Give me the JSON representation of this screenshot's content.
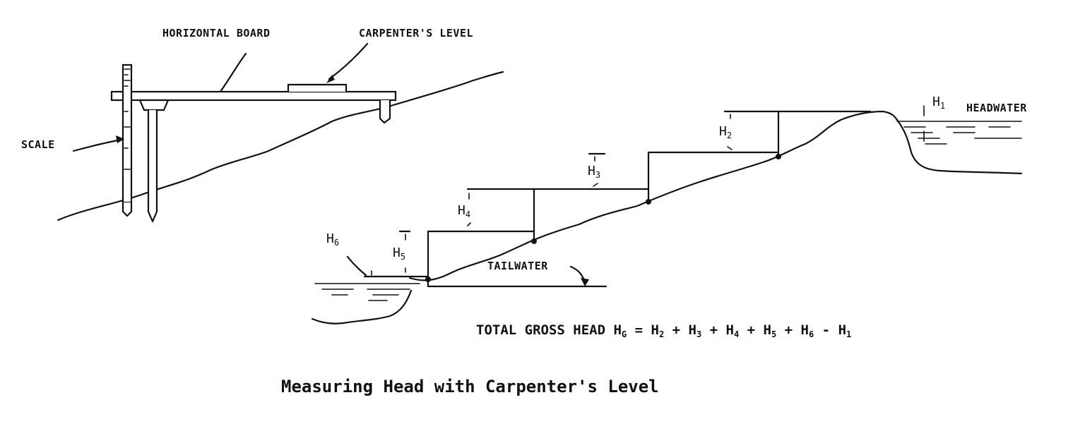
{
  "labels": {
    "horizontal_board": "HORIZONTAL BOARD",
    "carpenters_level": "CARPENTER'S LEVEL",
    "scale": "SCALE",
    "headwater": "HEADWATER",
    "tailwater": "TAILWATER"
  },
  "heads": {
    "h1": "H",
    "h1_sub": "1",
    "h2": "H",
    "h2_sub": "2",
    "h3": "H",
    "h3_sub": "3",
    "h4": "H",
    "h4_sub": "4",
    "h5": "H",
    "h5_sub": "5",
    "h6": "H",
    "h6_sub": "6"
  },
  "formula": {
    "prefix": "TOTAL GROSS HEAD ",
    "hg": "H",
    "hg_sub": "G",
    "eq": " = ",
    "t2": "H",
    "t2_sub": "2",
    "p2": " + ",
    "t3": "H",
    "t3_sub": "3",
    "p3": " + ",
    "t4": "H",
    "t4_sub": "4",
    "p4": " + ",
    "t5": "H",
    "t5_sub": "5",
    "p5": " + ",
    "t6": "H",
    "t6_sub": "6",
    "m1": " - ",
    "t1": "H",
    "t1_sub": "1"
  },
  "caption": "Measuring Head with Carpenter's Level"
}
